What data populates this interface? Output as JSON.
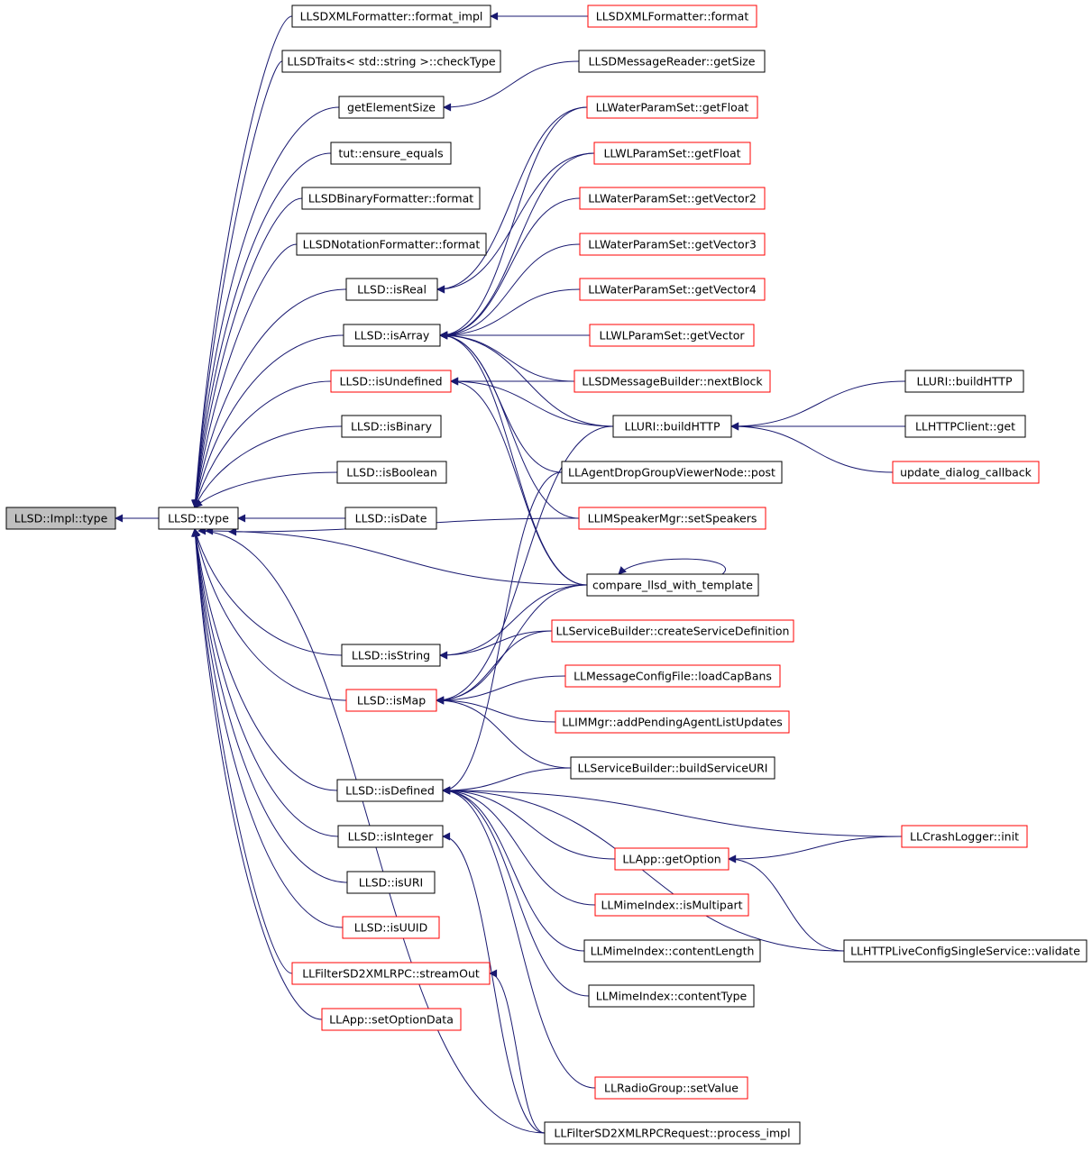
{
  "colors": {
    "edge": "#191970",
    "root_fill": "#bfbfbf",
    "border_black": "#000000",
    "border_red": "#ff0000"
  },
  "nodes": {
    "impl_type": "LLSD::Impl::type",
    "type": "LLSD::type",
    "fmt_impl": "LLSDXMLFormatter::format_impl",
    "checktype": "LLSDTraits< std::string >::checkType",
    "getelemsize": "getElementSize",
    "tut_eq": "tut::ensure_equals",
    "bin_fmt": "LLSDBinaryFormatter::format",
    "not_fmt": "LLSDNotationFormatter::format",
    "isreal": "LLSD::isReal",
    "isarray": "LLSD::isArray",
    "isundef": "LLSD::isUndefined",
    "isbinary": "LLSD::isBinary",
    "isboolean": "LLSD::isBoolean",
    "isdate": "LLSD::isDate",
    "isstring": "LLSD::isString",
    "ismap": "LLSD::isMap",
    "isdefined": "LLSD::isDefined",
    "isinteger": "LLSD::isInteger",
    "isuri": "LLSD::isURI",
    "isuuid": "LLSD::isUUID",
    "streamout": "LLFilterSD2XMLRPC::streamOut",
    "setoptdata": "LLApp::setOptionData",
    "xmlfmt_format": "LLSDXMLFormatter::format",
    "msgreader_size": "LLSDMessageReader::getSize",
    "water_getfloat": "LLWaterParamSet::getFloat",
    "wl_getfloat": "LLWLParamSet::getFloat",
    "water_vec2": "LLWaterParamSet::getVector2",
    "water_vec3": "LLWaterParamSet::getVector3",
    "water_vec4": "LLWaterParamSet::getVector4",
    "wl_getvector": "LLWLParamSet::getVector",
    "msgbuilder_next": "LLSDMessageBuilder::nextBlock",
    "uri_buildhttp_mid": "LLURI::buildHTTP",
    "agentdrop_post": "LLAgentDropGroupViewerNode::post",
    "imspeaker_set": "LLIMSpeakerMgr::setSpeakers",
    "compare_tmpl": "compare_llsd_with_template",
    "svc_createdef": "LLServiceBuilder::createServiceDefinition",
    "msgcfg_loadcap": "LLMessageConfigFile::loadCapBans",
    "immgr_addpending": "LLIMMgr::addPendingAgentListUpdates",
    "svc_builduri": "LLServiceBuilder::buildServiceURI",
    "app_getoption": "LLApp::getOption",
    "mime_ismulti": "LLMimeIndex::isMultipart",
    "mime_contentlen": "LLMimeIndex::contentLength",
    "mime_contenttype": "LLMimeIndex::contentType",
    "radio_setvalue": "LLRadioGroup::setValue",
    "filter_process": "LLFilterSD2XMLRPCRequest::process_impl",
    "uri_buildhttp_right": "LLURI::buildHTTP",
    "httpclient_get": "LLHTTPClient::get",
    "update_dialog": "update_dialog_callback",
    "crashlogger_init": "LLCrashLogger::init",
    "httplive_validate": "LLHTTPLiveConfigSingleService::validate"
  }
}
